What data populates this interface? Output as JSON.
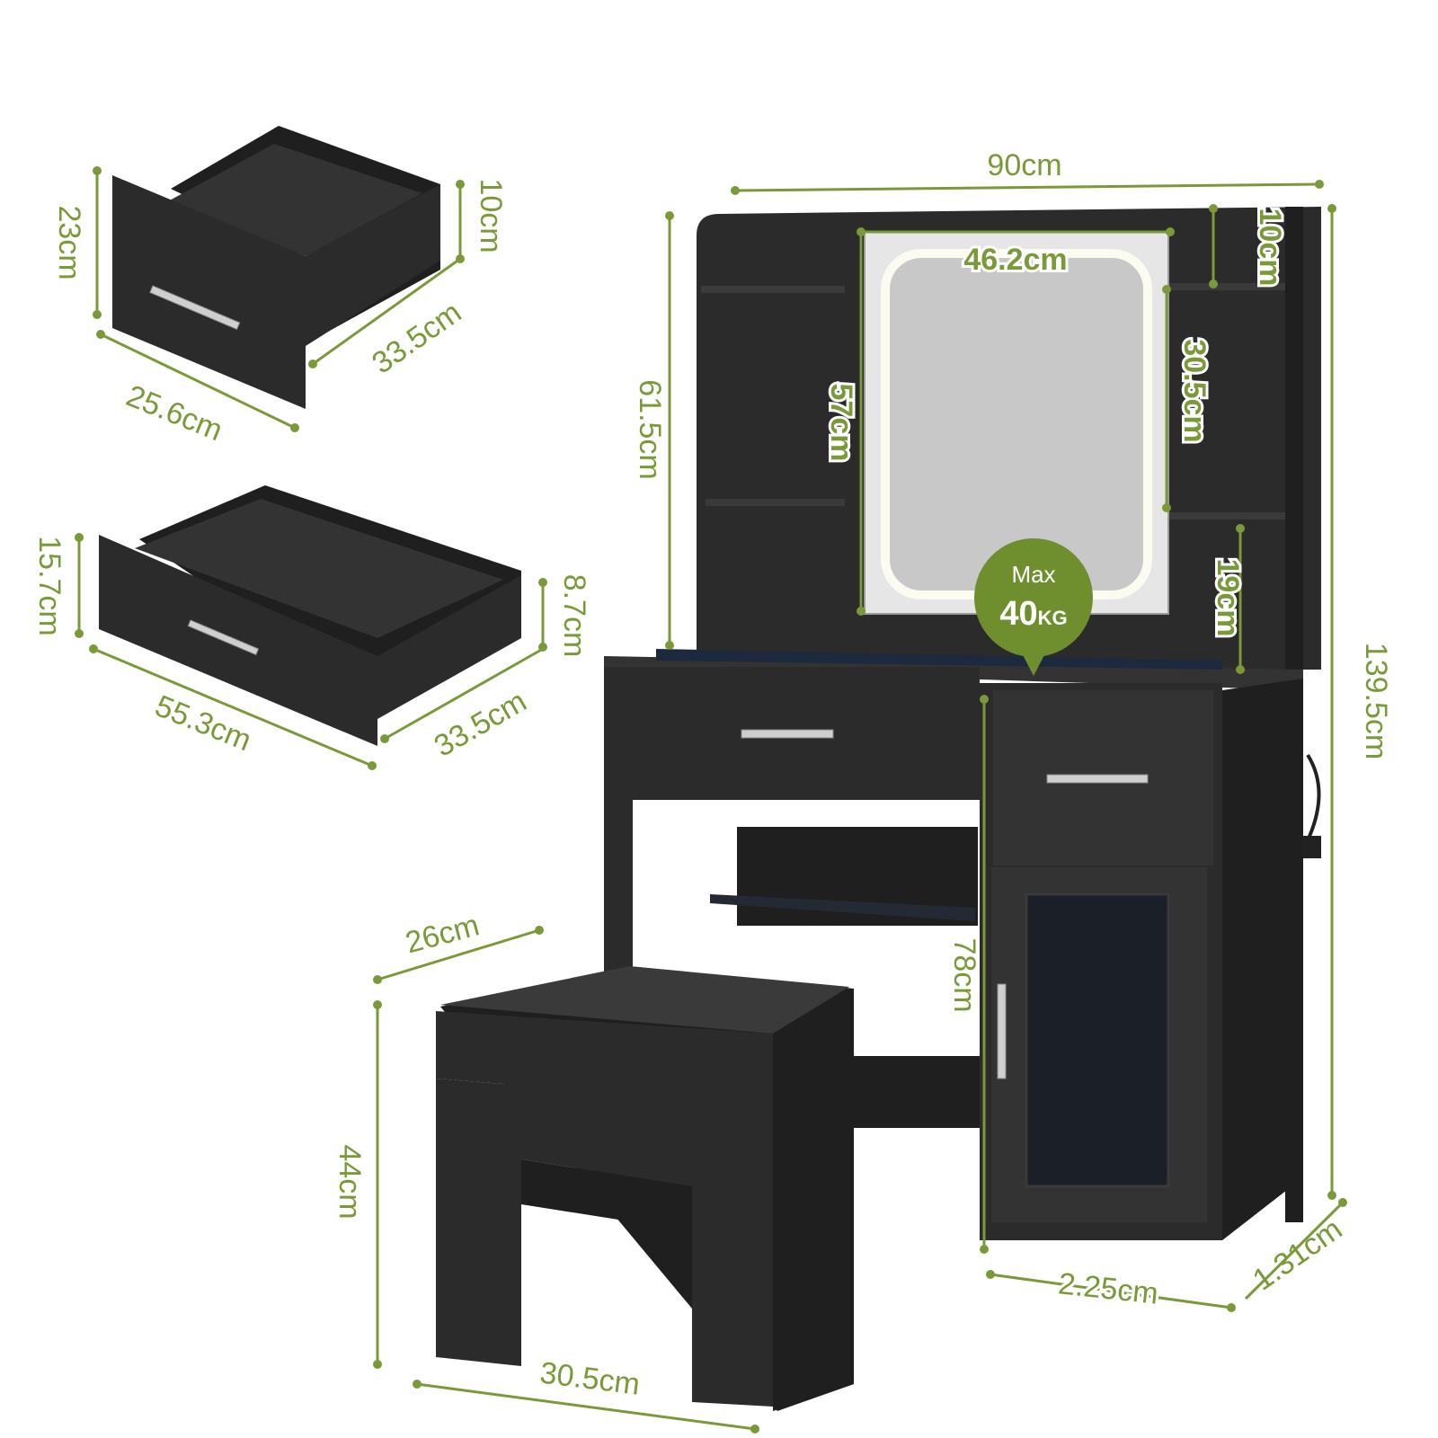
{
  "accent_color": "#7a9a3a",
  "furniture_color": "#2b2b2b",
  "drawer_small": {
    "height": "23cm",
    "inner_height": "10cm",
    "depth": "33.5cm",
    "width": "25.6cm"
  },
  "drawer_large": {
    "height": "15.7cm",
    "inner_height": "8.7cm",
    "depth": "33.5cm",
    "width": "55.3cm"
  },
  "vanity": {
    "width": "90cm",
    "mirror_width": "46.2cm",
    "mirror_height": "57cm",
    "top_shelf_gap": "10cm",
    "right_shelf_span": "30.5cm",
    "lower_shelf_gap": "19cm",
    "hutch_height": "61.5cm",
    "total_height": "139.5cm",
    "desk_height": "78cm",
    "cabinet_width": "2.25cm",
    "cabinet_depth": "1.31cm"
  },
  "badge": {
    "line1": "Max",
    "number": "40",
    "unit": "KG"
  },
  "stool": {
    "depth": "26cm",
    "height": "44cm",
    "width": "30.5cm"
  }
}
